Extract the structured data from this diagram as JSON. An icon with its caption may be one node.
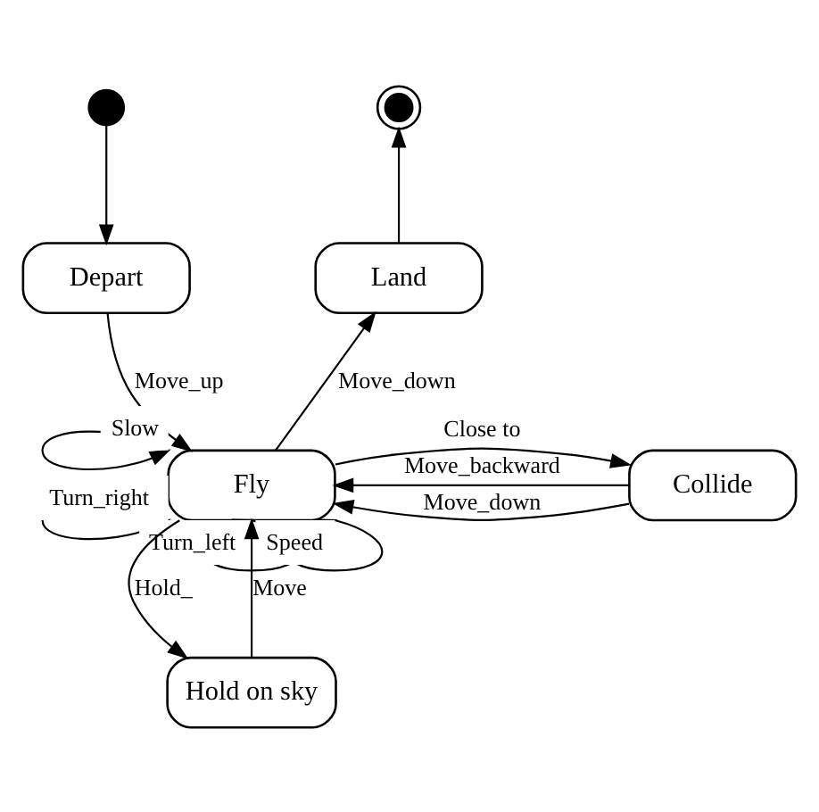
{
  "diagram": {
    "nodes": [
      {
        "text": [],
        "shape": "circle"
      },
      {
        "text": [],
        "shape": "bullseye"
      },
      {
        "text": [
          "Depart"
        ]
      },
      {
        "text": [
          "Land"
        ]
      },
      {
        "text": [
          "Fly"
        ]
      },
      {
        "text": [
          "Collide"
        ]
      },
      {
        "text": [
          "Hold on sky"
        ]
      }
    ],
    "edges": [
      {
        "from": 0,
        "to": 2,
        "arrow": "to"
      },
      {
        "from": 2,
        "to": 4,
        "arrow": "to",
        "label": "Move_up"
      },
      {
        "from": 4,
        "to": 3,
        "arrow": "to",
        "label": "Move_down"
      },
      {
        "from": 3,
        "to": 1,
        "arrow": "to"
      },
      {
        "from": 4,
        "to": 5,
        "arrow": "to",
        "label": "Close to"
      },
      {
        "from": 5,
        "to": 4,
        "arrow": "to",
        "label": "Move_backward"
      },
      {
        "from": 5,
        "to": 4,
        "arrow": "to",
        "label": "Move_down"
      },
      {
        "from": 4,
        "to": 4,
        "arrow": "to",
        "label": "Slow"
      },
      {
        "from": 4,
        "to": 4,
        "arrow": "to",
        "label": "Turn_right"
      },
      {
        "from": 4,
        "to": 6,
        "arrow": "to",
        "label": "Hold_"
      },
      {
        "from": 4,
        "to": 4,
        "arrow": "to",
        "label": "Turn_left"
      },
      {
        "from": 4,
        "to": 4,
        "arrow": "to",
        "label": "Speed"
      },
      {
        "from": 6,
        "to": 4,
        "arrow": "to",
        "label": "Move"
      }
    ]
  }
}
